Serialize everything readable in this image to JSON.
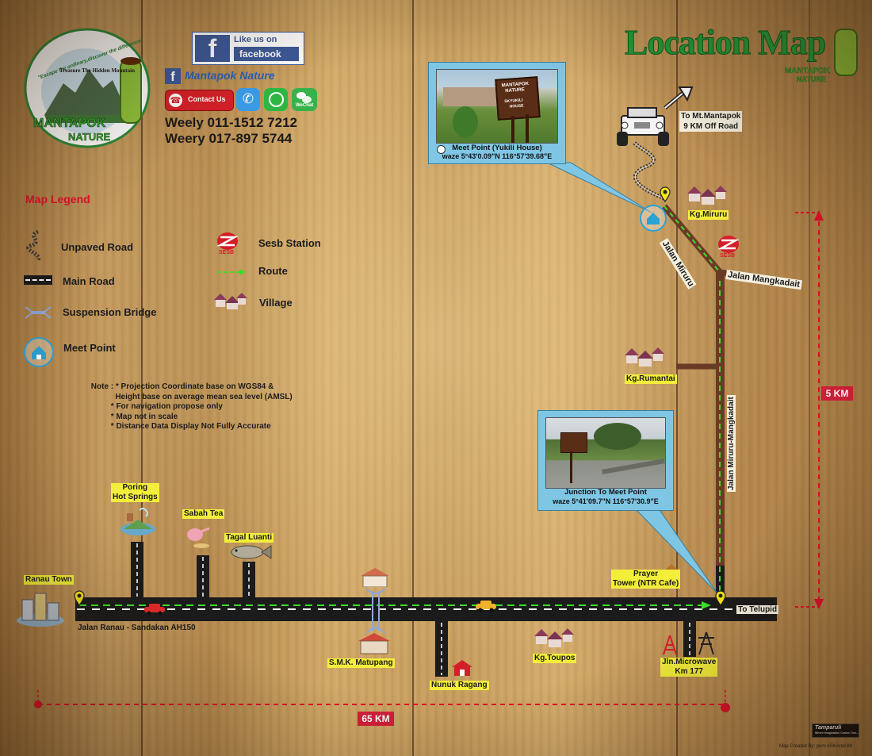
{
  "branding": {
    "logo_arc_text": "\"Escape the ordinary,discover the difference\"",
    "logo_tagline": "Treasure The Hidden Mountain",
    "logo_name_line1": "MANTAPOK",
    "logo_name_line2": "NATURE",
    "title": "Location Map",
    "title_logo_line1": "MANTAPOK",
    "title_logo_line2": "NATURE"
  },
  "social": {
    "like_label": "Like us on",
    "facebook_label": "facebook",
    "page_name": "Mantapok Nature",
    "contact_button": "Contact Us",
    "wechat_label": "WeChat",
    "phone1": "Weely 011-1512 7212",
    "phone2": "Weery  017-897  5744"
  },
  "legend": {
    "title": "Map Legend",
    "items": [
      {
        "label": "Unpaved Road",
        "icon": "unpaved-road-icon"
      },
      {
        "label": "Main Road",
        "icon": "main-road-icon"
      },
      {
        "label": "Suspension Bridge",
        "icon": "suspension-bridge-icon"
      },
      {
        "label": "Meet Point",
        "icon": "meet-point-icon"
      },
      {
        "label": "Sesb Station",
        "icon": "sesb-station-icon"
      },
      {
        "label": "Route",
        "icon": "route-arrow-icon"
      },
      {
        "label": "Village",
        "icon": "village-icon"
      }
    ],
    "sesb_text": "SESB"
  },
  "notes": " Note : * Projection Coordinate base on WGS84 &\n            Height base on average mean sea level (AMSL)\n          * For navigation propose only\n          * Map not in scale\n          * Distance Data Display Not Fully Accurate",
  "meet_point": {
    "caption": "Meet Point (Yukili House)",
    "coords": "waze 5°43'0.09\"N 116°57'39.68\"E",
    "sign_line1": "MANTAPOK",
    "sign_line2": "NATURE",
    "sign_line3": "SKYUKILI",
    "sign_line4": "HOUSE"
  },
  "junction": {
    "caption": "Junction To Meet Point",
    "coords": "waze 5°41'09.7\"N 116°57'30.9\"E"
  },
  "places": {
    "to_mantapok_line1": "To Mt.Mantapok",
    "to_mantapok_line2": "9 KM Off Road",
    "kg_miruru": "Kg.Miruru",
    "jalan_miruru": "Jalan Miruru",
    "jalan_mangkadait": "Jalan Mangkadait",
    "kg_rumantai": "Kg.Rumantai",
    "jalan_miruru_mangkadait": "Jalan Miruru-Mangkadait",
    "poring_line1": "Poring",
    "poring_line2": "Hot Springs",
    "sabah_tea": "Sabah Tea",
    "tagal_luanti": "Tagal Luanti",
    "ranau_town": "Ranau Town",
    "jalan_ranau": "Jalan Ranau - Sandakan AH150",
    "smk": "S.M.K. Matupang",
    "nunuk": "Nunuk Ragang",
    "kg_toupos": "Kg.Toupos",
    "prayer_line1": "Prayer",
    "prayer_line2": "Tower (NTR Cafe)",
    "microwave_line1": "Jln.Microwave",
    "microwave_line2": "Km 177",
    "to_telupid": "To Telupid"
  },
  "distances": {
    "vertical": "5 KM",
    "horizontal": "65 KM"
  },
  "credits": {
    "brand": "Tamparuli",
    "tagline": "Where Imagination Comes True...",
    "created_by": "Map Created By: puro eSKAnol 89"
  },
  "colors": {
    "route_green": "#3ddc2a",
    "road_black": "#1b1b1b",
    "side_road_brown": "#6b3a26",
    "distance_red": "#e0102a",
    "title_green": "#1f9e3a",
    "photo_frame": "#7fc6e5",
    "label_yellow": "#f3ee3a"
  }
}
